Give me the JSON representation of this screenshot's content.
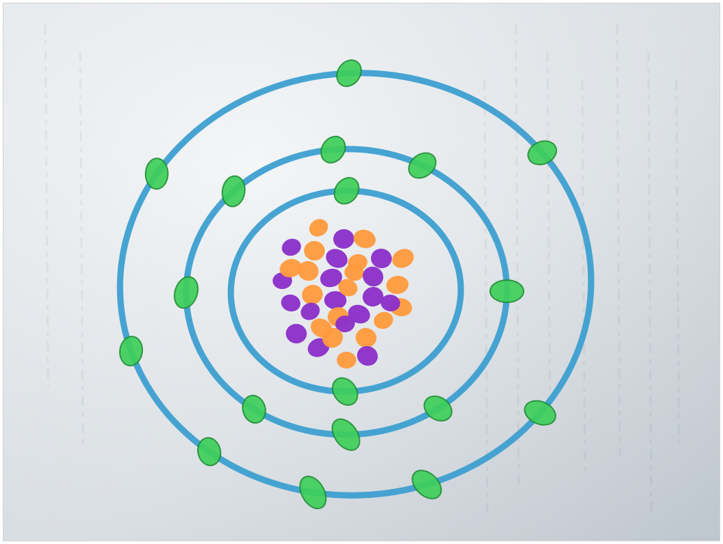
{
  "image": {
    "subject": "hand-drawn-atom-diagram",
    "colors": {
      "paper_light": "#eef1f3",
      "paper_dark": "#cfd5db",
      "shell": "#3d9fd0",
      "electron": "#3fcf5a",
      "electron_dark": "#1f8f36",
      "proton": "#ff9a3c",
      "neutron": "#8a2ec8"
    },
    "shells": [
      {
        "electron_count": 2
      },
      {
        "electron_count": 8
      },
      {
        "electron_count": 8
      }
    ],
    "nucleus": {
      "proton_count": 18,
      "neutron_count": 17
    }
  }
}
